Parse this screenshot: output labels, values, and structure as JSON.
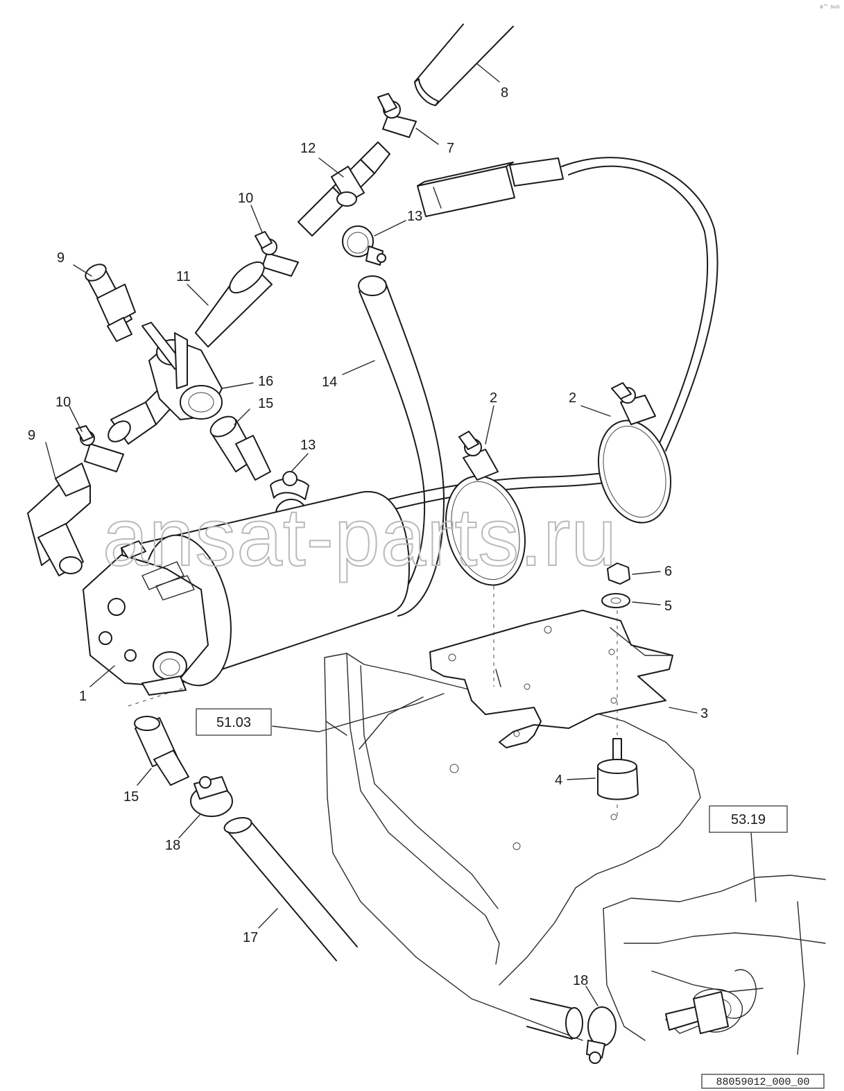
{
  "watermark": "ansat-parts.ru",
  "drawing_number": "88059012_000_00",
  "corner_mark": "a™ sus",
  "reference_boxes": [
    "51.03",
    "53.19"
  ],
  "callouts": {
    "c1": "1",
    "c2a": "2",
    "c2b": "2",
    "c3": "3",
    "c4": "4",
    "c5": "5",
    "c6": "6",
    "c7": "7",
    "c8": "8",
    "c9a": "9",
    "c9b": "9",
    "c10a": "10",
    "c10b": "10",
    "c11": "11",
    "c12": "12",
    "c13a": "13",
    "c13b": "13",
    "c14": "14",
    "c15a": "15",
    "c15b": "15",
    "c16": "16",
    "c17": "17",
    "c18a": "18",
    "c18b": "18"
  }
}
